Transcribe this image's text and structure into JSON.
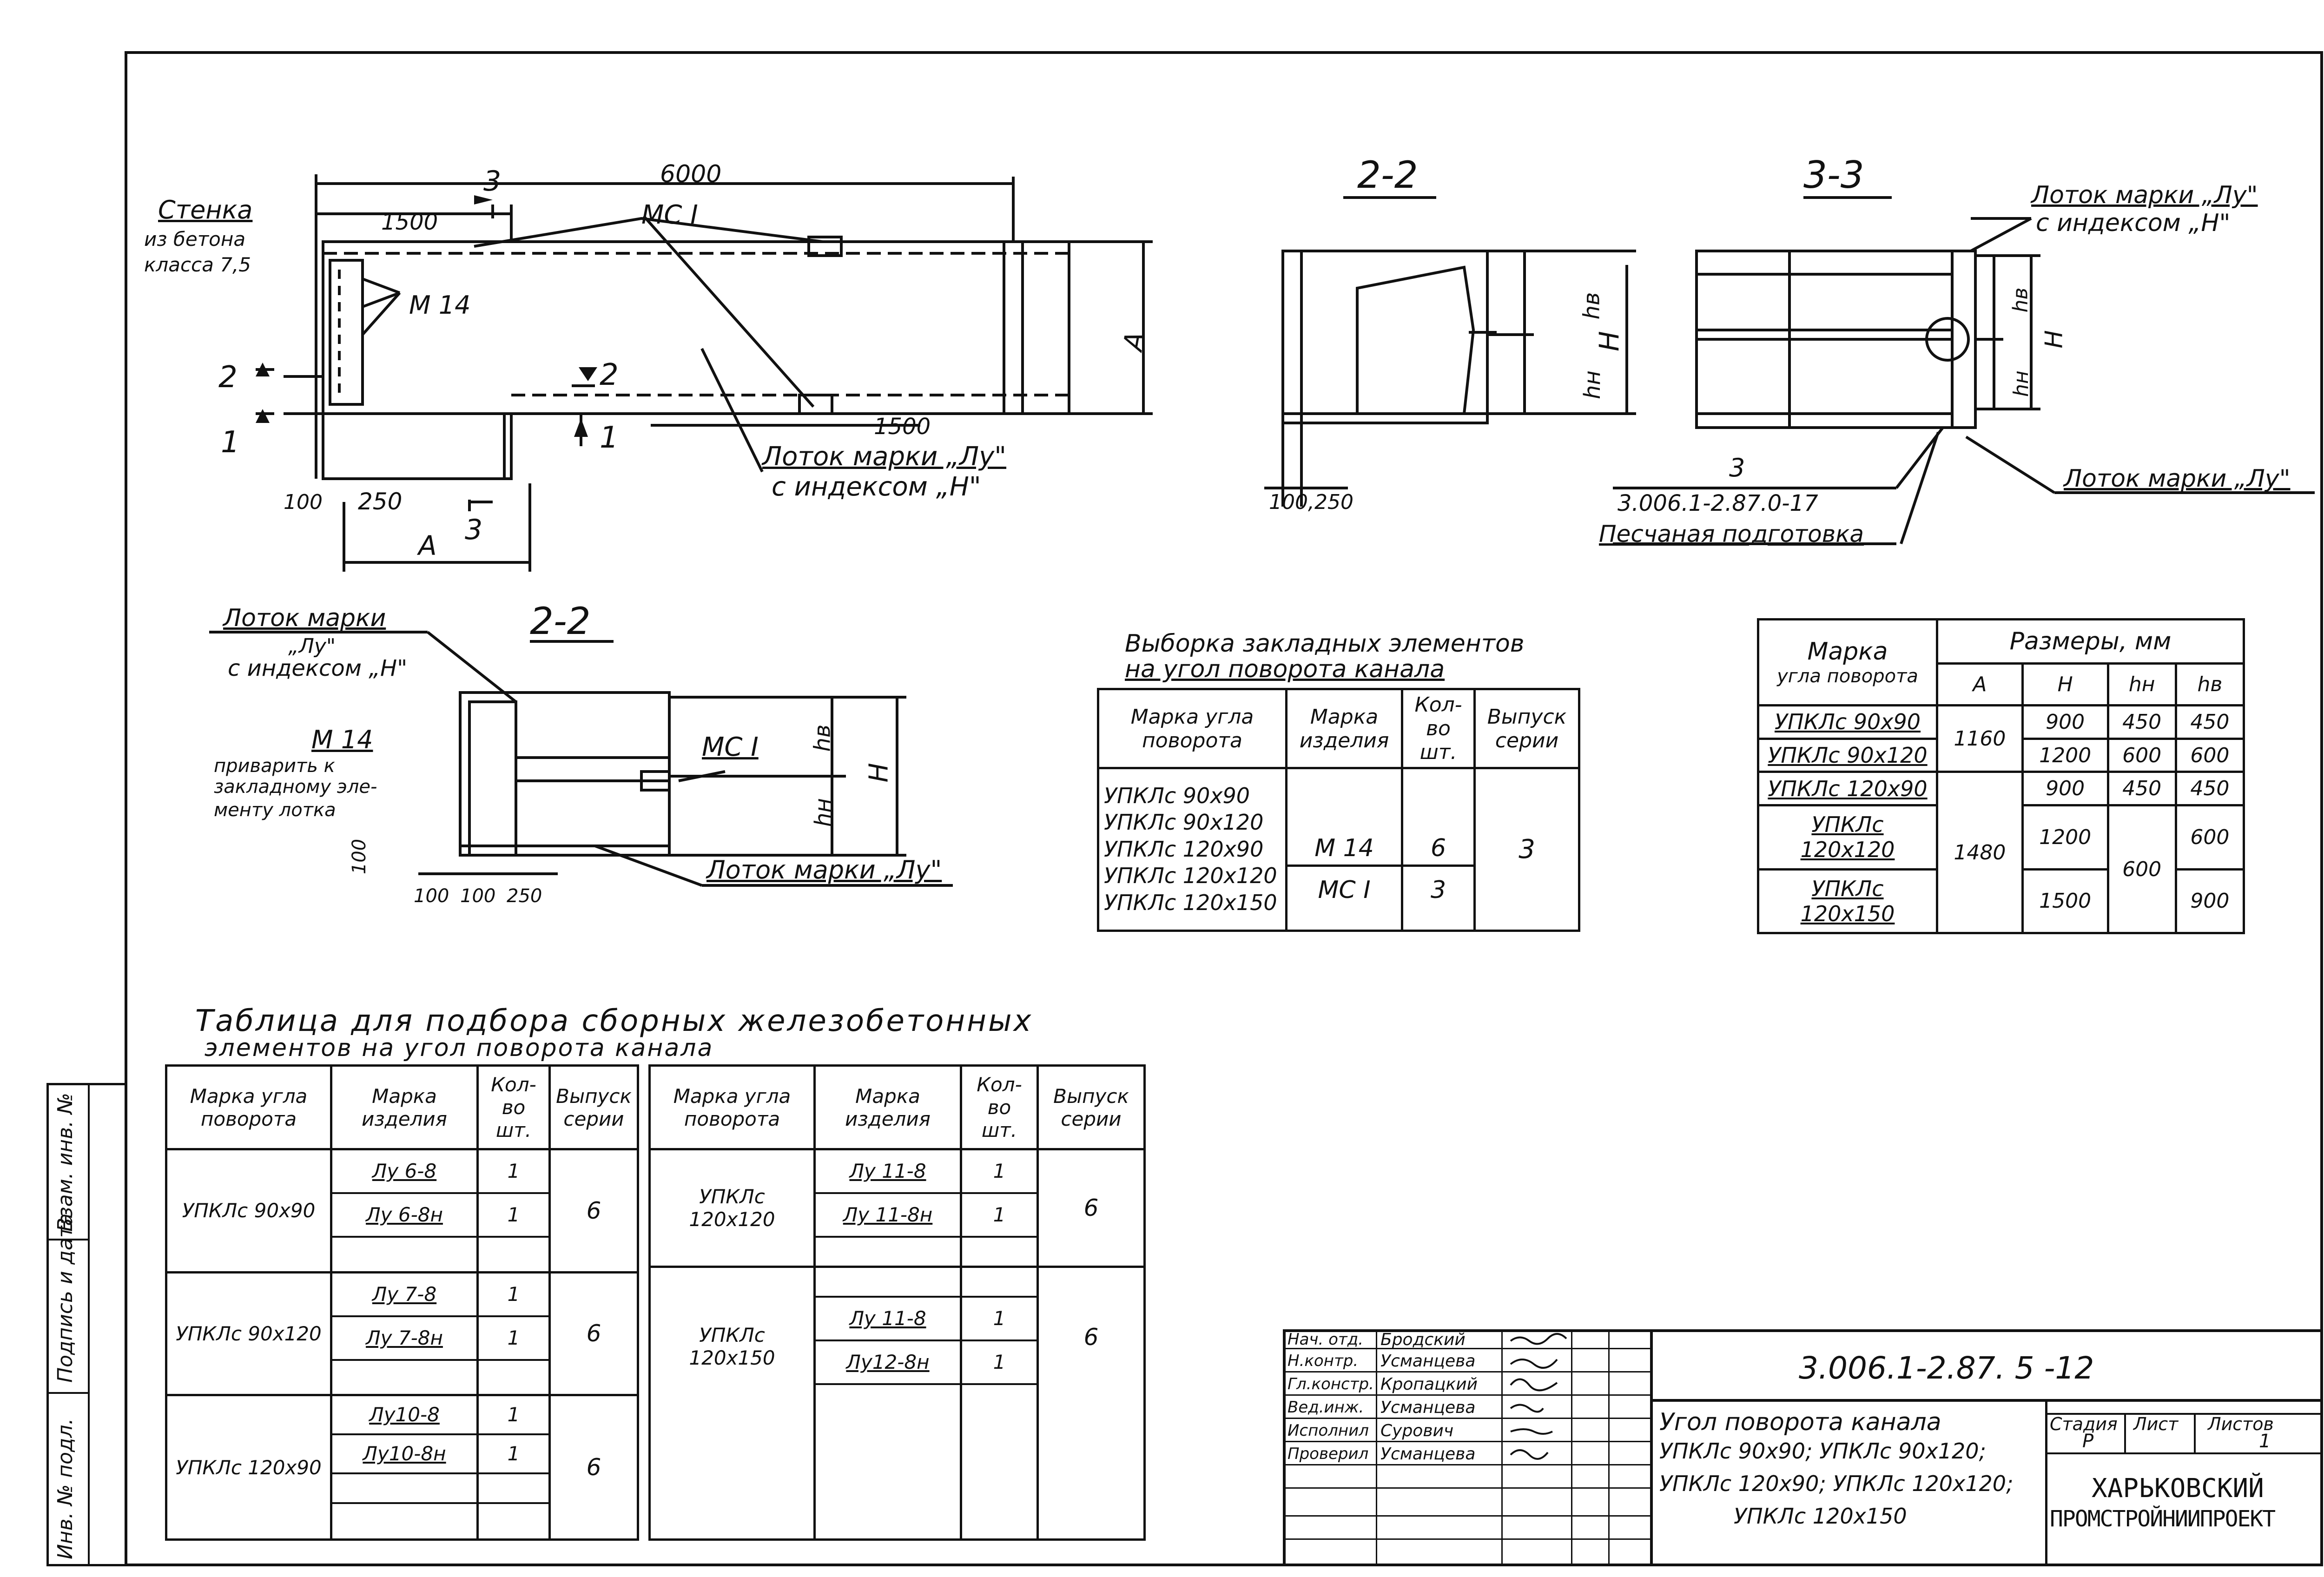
{
  "drawing": {
    "plan": {
      "dim_total": "6000",
      "dim_left": "1500",
      "dim_bottom": "1500",
      "dim_100": "100",
      "dim_250": "250",
      "dim_A_side": "A",
      "dim_A_bottom": "A",
      "section_3": "3",
      "section_2": "2",
      "section_1": "1",
      "label_mc1": "МС I",
      "label_m14": "М 14",
      "label_wall": "Стенка",
      "label_wall_2": "из бетона",
      "label_wall_3": "класса 7,5",
      "label_tray": "Лоток марки „Лу\"",
      "label_tray_2": "с индексом „Н\""
    },
    "section22_top": {
      "title": "2-2",
      "dim_hv": "hв",
      "dim_hn": "hн",
      "dim_H": "H",
      "dim_100_250": "100,250"
    },
    "section33": {
      "title": "3-3",
      "label_tray_h_1": "Лоток марки „Лу\"",
      "label_tray_h_2": "с индексом „Н\"",
      "label_tray": "Лоток марки „Лу\"",
      "dim_hv": "hв",
      "dim_hn": "hн",
      "dim_H": "H",
      "ref_num": "3",
      "ref_doc": "3.006.1-2.87.0-17",
      "ref_sand": "Песчаная подготовка"
    },
    "section22_bottom": {
      "title": "2-2",
      "label_tray_1": "Лоток марки",
      "label_tray_2": "„Лу\"",
      "label_tray_3": "с индексом „Н\"",
      "label_m14": "М 14",
      "label_weld_1": "приварить к",
      "label_weld_2": "закладному эле-",
      "label_weld_3": "менту лотка",
      "label_mc1": "МС I",
      "label_tray_lu": "Лоток марки „Лу\"",
      "dim_hv": "hв",
      "dim_hn": "hн",
      "dim_H": "H",
      "dim_100_left": "100",
      "dim_100": "100",
      "dim_100b": "100",
      "dim_250": "250"
    }
  },
  "embedded_table": {
    "title_1": "Выборка закладных элементов",
    "title_2": "на угол поворота канала",
    "headers": [
      "Марка угла поворота",
      "Марка изделия",
      "Кол-во шт.",
      "Выпуск серии"
    ],
    "marks": [
      "УПКЛс 90х90",
      "УПКЛс 90х120",
      "УПКЛс 120х90",
      "УПКЛс 120х120",
      "УПКЛс 120х150"
    ],
    "items": [
      "М 14",
      "МС I"
    ],
    "counts": [
      "6",
      "3"
    ],
    "issue": "3"
  },
  "dims_table": {
    "h_mark": "Марка",
    "h_mark_2": "угла поворота",
    "h_sizes": "Размеры, мм",
    "h_A": "А",
    "h_H": "H",
    "h_hn": "hн",
    "h_hv": "hв",
    "rows": [
      {
        "mark": "УПКЛс 90х90",
        "H": "900",
        "hn": "450",
        "hv": "450"
      },
      {
        "mark": "УПКЛс 90х120",
        "H": "1200",
        "hn": "600",
        "hv": "600"
      },
      {
        "mark": "УПКЛс 120х90",
        "H": "900",
        "hn": "450",
        "hv": "450"
      },
      {
        "mark": "УПКЛс 120х120",
        "H": "1200",
        "hn": "600",
        "hv": "600"
      },
      {
        "mark": "УПКЛс 120х150",
        "H": "1500",
        "hn": "",
        "hv": "900"
      }
    ],
    "A_1": "1160",
    "A_2": "1480",
    "hn_merged": "600"
  },
  "prefab_table": {
    "title_1": "Таблица для подбора сборных железобетонных",
    "title_2": "элементов на угол поворота канала",
    "headers": [
      "Марка угла поворота",
      "Марка изделия",
      "Кол-во шт.",
      "Выпуск серии"
    ],
    "left_groups": [
      {
        "mark": "УПКЛс 90х90",
        "items": [
          [
            "Лу 6-8",
            "1"
          ],
          [
            "Лу 6-8н",
            "1"
          ]
        ],
        "issue": "6"
      },
      {
        "mark": "УПКЛс 90х120",
        "items": [
          [
            "Лу 7-8",
            "1"
          ],
          [
            "Лу 7-8н",
            "1"
          ]
        ],
        "issue": "6"
      },
      {
        "mark": "УПКЛс 120х90",
        "items": [
          [
            "Лу10-8",
            "1"
          ],
          [
            "Лу10-8н",
            "1"
          ]
        ],
        "issue": "6"
      }
    ],
    "right_groups": [
      {
        "mark": "УПКЛс 120х120",
        "items": [
          [
            "Лу 11-8",
            "1"
          ],
          [
            "Лу 11-8н",
            "1"
          ]
        ],
        "issue": "6"
      },
      {
        "mark": "УПКЛс 120х150",
        "items": [
          [
            "Лу 11-8",
            "1"
          ],
          [
            "Лу12-8н",
            "1"
          ]
        ],
        "issue": "6"
      }
    ]
  },
  "side_strip": {
    "text_1": "Инв. № подл.",
    "text_2": "Подпись и дата",
    "text_3": "Взам. инв. №"
  },
  "title_block": {
    "doc_code": "3.006.1-2.87. 5 -12",
    "roles": [
      {
        "role": "Нач. отд.",
        "name": "Бродский"
      },
      {
        "role": "Н.контр.",
        "name": "Усманцева"
      },
      {
        "role": "Гл.констр.",
        "name": "Кропацкий"
      },
      {
        "role": "Вед.инж.",
        "name": "Усманцева"
      },
      {
        "role": "Исполнил",
        "name": "Сурович"
      },
      {
        "role": "Проверил",
        "name": "Усманцева"
      }
    ],
    "title_1": "Угол поворота канала",
    "title_2": "УПКЛс 90х90; УПКЛс 90х120;",
    "title_3": "УПКЛс 120х90; УПКЛс 120х120;",
    "title_4": "УПКЛс 120х150",
    "stage_label": "Стадия",
    "sheet_label": "Лист",
    "sheets_label": "Листов",
    "stage": "Р",
    "sheets": "1",
    "org_1": "ХАРЬКОВСКИЙ",
    "org_2": "ПРОМСТРОЙНИИПРОЕКТ"
  }
}
